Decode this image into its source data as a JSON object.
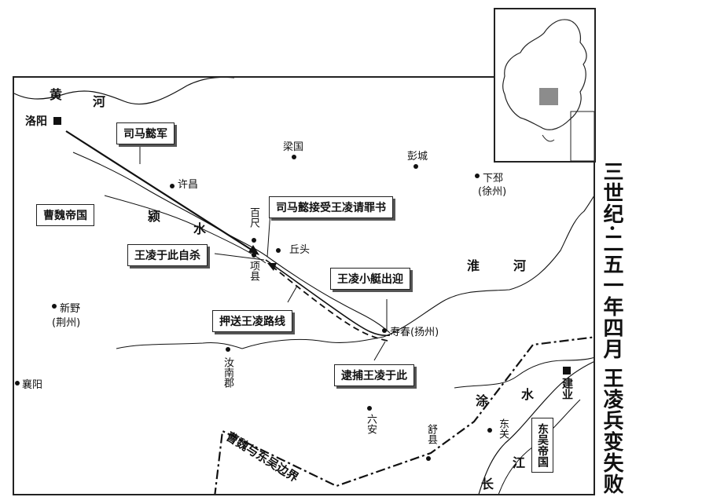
{
  "side_title": "三世纪·二五一年四月 王凌兵变失败",
  "boxes": {
    "simayi_army": "司马懿军",
    "simayi_accept": "司马懿接受王凌请罪书",
    "wangling_suicide": "王凌于此自杀",
    "wangling_boat": "王凌小艇出迎",
    "escort_route": "押送王凌路线",
    "arrest": "逮捕王凌于此"
  },
  "states": {
    "wei": "曹魏帝国",
    "wu": "东吴帝国"
  },
  "rivers": {
    "huang1": "黄",
    "huang2": "河",
    "ying1": "颍",
    "ying2": "水",
    "huai1": "淮",
    "huai2": "河",
    "tu1": "涂",
    "tu2": "水",
    "jiang1": "长",
    "jiang2": "江"
  },
  "border_label": "曹魏与东吴边界",
  "places": {
    "luoyang": "洛阳",
    "jianye": "建业",
    "xuchang": "许昌",
    "liangguo": "梁国",
    "pengcheng": "彭城",
    "xiapi": "下邳",
    "xiapi_sub": "(徐州)",
    "baichi": "百尺",
    "qiutou": "丘头",
    "xiangxian": "项县",
    "shouchun": "寿春(扬州)",
    "xinye": "新野",
    "xinye_sub": "(荆州)",
    "runan": "汝南郡",
    "xiangyang": "襄阳",
    "luan": "六安",
    "shuxian": "舒县",
    "dongguan": "东关"
  },
  "colors": {
    "ink": "#111111",
    "highlight": "#8c8c8c"
  }
}
